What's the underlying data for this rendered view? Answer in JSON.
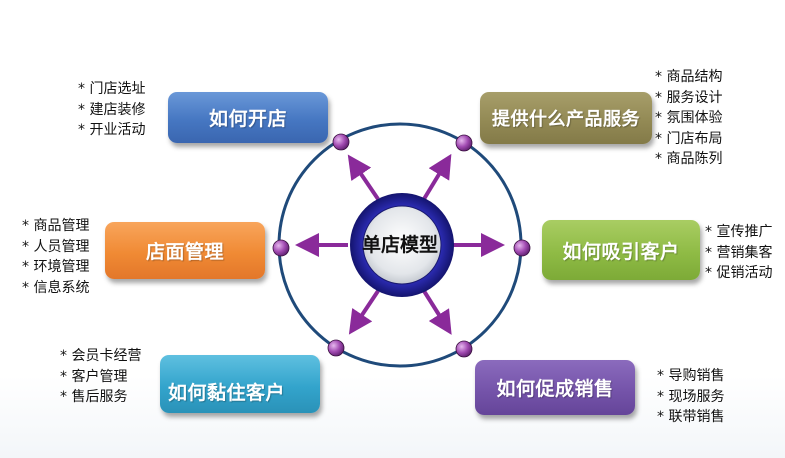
{
  "center": {
    "label": "单店模型"
  },
  "colors": {
    "outer_circle": "#1f4a7a",
    "node_dot": "#9a3fa8",
    "arrow": "#8a2a9a",
    "center_ring": "#2a2aaa",
    "blue_box": "#4677c2",
    "olive_box": "#938a55",
    "orange_box": "#f08a34",
    "green_box": "#8fbb45",
    "cyan_box": "#33a4cc",
    "purple_box": "#7554aa"
  },
  "nodes": [
    {
      "id": "open",
      "label": "如何开店",
      "items": [
        "* 门店选址",
        "* 建店装修",
        "* 开业活动"
      ]
    },
    {
      "id": "product",
      "label": "提供什么产品服务",
      "items": [
        "* 商品结构",
        "* 服务设计",
        "* 氛围体验",
        "* 门店布局",
        "* 商品陈列"
      ]
    },
    {
      "id": "store",
      "label": "店面管理",
      "items": [
        "* 商品管理",
        "* 人员管理",
        "* 环境管理",
        "* 信息系统"
      ]
    },
    {
      "id": "attract",
      "label": "如何吸引客户",
      "items": [
        "* 宣传推广",
        "* 营销集客",
        "* 促销活动"
      ]
    },
    {
      "id": "retain",
      "label": "如何黏住客户",
      "items": [
        "* 会员卡经营",
        "* 客户管理",
        "* 售后服务"
      ]
    },
    {
      "id": "promote",
      "label": "如何促成销售",
      "items": [
        "* 导购销售",
        "* 现场服务",
        "* 联带销售"
      ]
    }
  ]
}
